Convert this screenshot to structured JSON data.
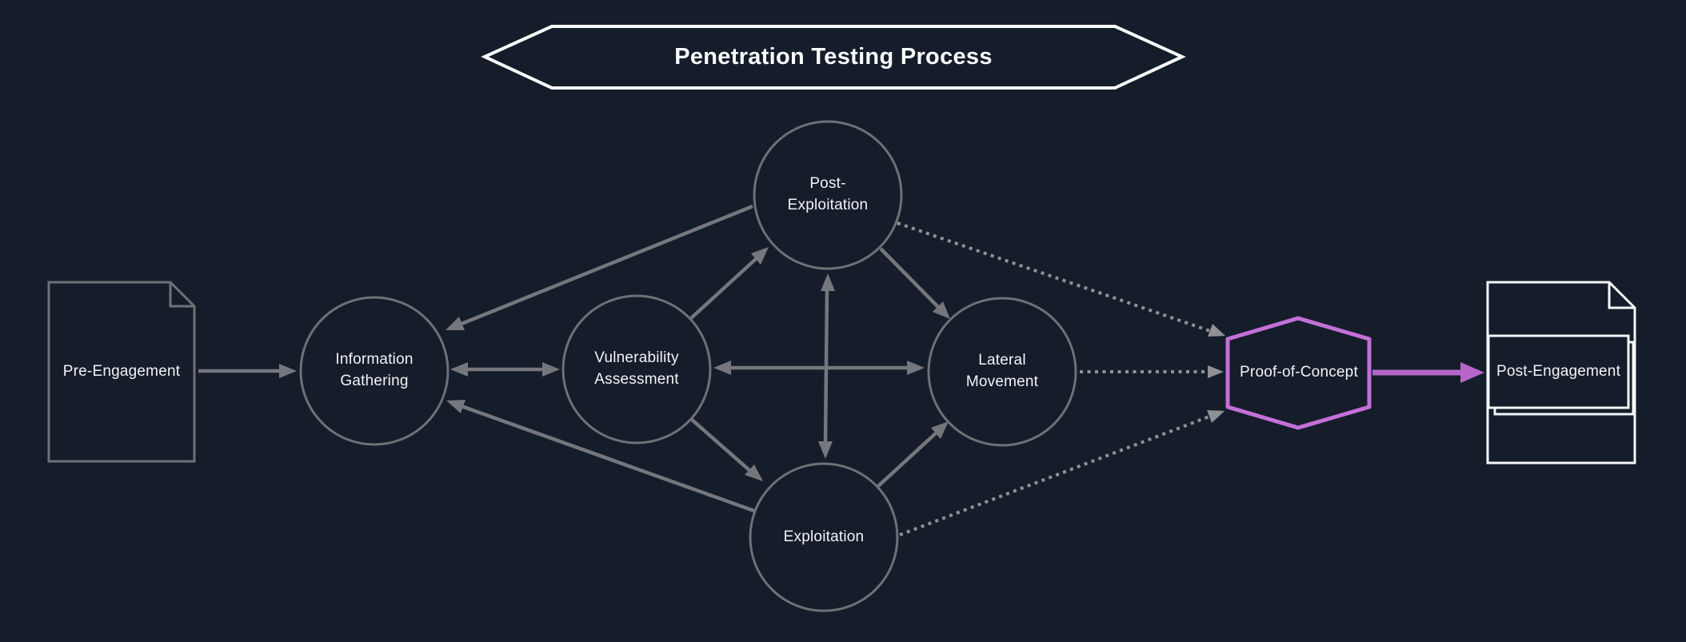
{
  "title": {
    "label": "Penetration Testing Process"
  },
  "colors": {
    "background": "#151d2b",
    "node_border_gray": "#6e7176",
    "edge_gray": "#75777c",
    "edge_dotted_gray": "#8f9196",
    "accent_purple_border": "#c470d8",
    "accent_purple_arrow": "#b666c8",
    "highlight_white": "#f5f6f7",
    "text": "#f2f3f5"
  },
  "nodes": {
    "pre_engagement": {
      "label": "Pre-Engagement",
      "shape": "document"
    },
    "information_gathering": {
      "label": "Information\nGathering",
      "shape": "circle"
    },
    "vulnerability_assessment": {
      "label": "Vulnerability\nAssessment",
      "shape": "circle"
    },
    "post_exploitation": {
      "label": "Post-\nExploitation",
      "shape": "circle"
    },
    "exploitation": {
      "label": "Exploitation",
      "shape": "circle"
    },
    "lateral_movement": {
      "label": "Lateral\nMovement",
      "shape": "circle"
    },
    "proof_of_concept": {
      "label": "Proof-of-Concept",
      "shape": "hexagon"
    },
    "post_engagement": {
      "label": "Post-Engagement",
      "shape": "document-framed"
    }
  },
  "edges": [
    {
      "from": "pre_engagement",
      "to": "information_gathering",
      "style": "solid",
      "arrows": "end"
    },
    {
      "from": "information_gathering",
      "to": "vulnerability_assessment",
      "style": "solid",
      "arrows": "both"
    },
    {
      "from": "vulnerability_assessment",
      "to": "lateral_movement",
      "style": "solid",
      "arrows": "both"
    },
    {
      "from": "post_exploitation",
      "to": "exploitation",
      "style": "solid",
      "arrows": "both"
    },
    {
      "from": "post_exploitation",
      "to": "information_gathering",
      "style": "solid",
      "arrows": "end"
    },
    {
      "from": "vulnerability_assessment",
      "to": "post_exploitation",
      "style": "solid",
      "arrows": "end"
    },
    {
      "from": "vulnerability_assessment",
      "to": "exploitation",
      "style": "solid",
      "arrows": "end"
    },
    {
      "from": "exploitation",
      "to": "information_gathering",
      "style": "solid",
      "arrows": "end"
    },
    {
      "from": "exploitation",
      "to": "lateral_movement",
      "style": "solid",
      "arrows": "end"
    },
    {
      "from": "post_exploitation",
      "to": "lateral_movement",
      "style": "solid",
      "arrows": "end"
    },
    {
      "from": "post_exploitation",
      "to": "proof_of_concept",
      "style": "dotted",
      "arrows": "end"
    },
    {
      "from": "lateral_movement",
      "to": "proof_of_concept",
      "style": "dotted",
      "arrows": "end"
    },
    {
      "from": "exploitation",
      "to": "proof_of_concept",
      "style": "dotted",
      "arrows": "end"
    },
    {
      "from": "proof_of_concept",
      "to": "post_engagement",
      "style": "accent",
      "arrows": "end"
    }
  ]
}
